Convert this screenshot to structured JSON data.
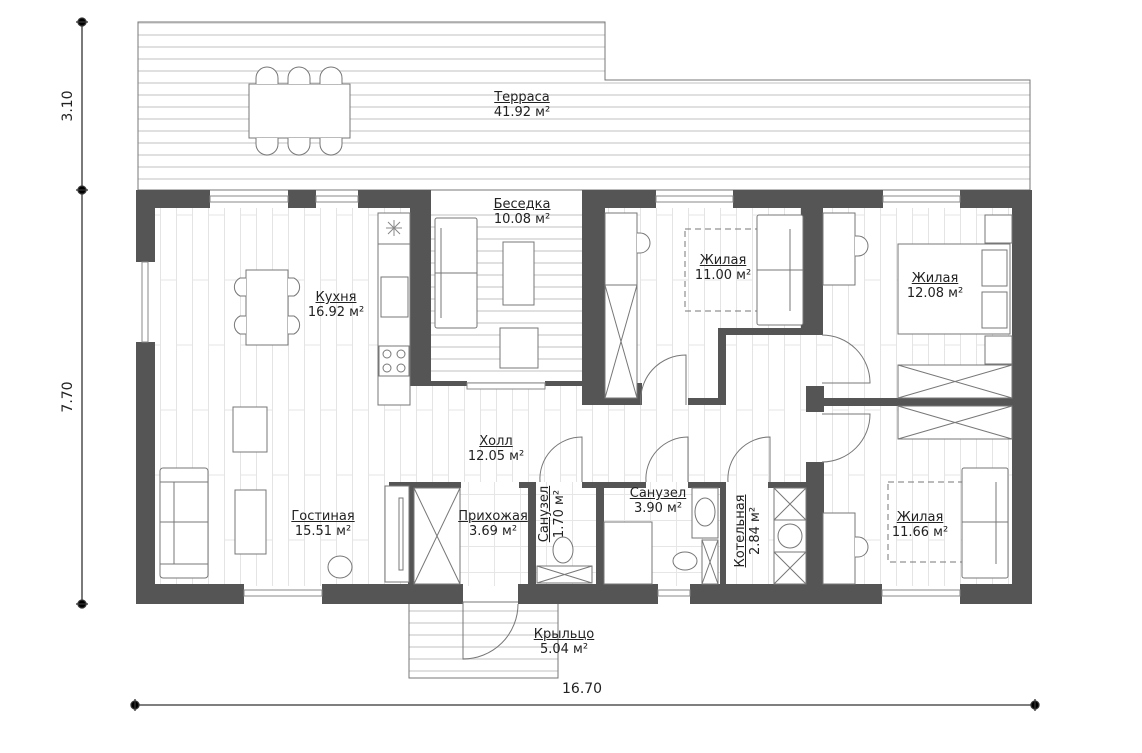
{
  "plan": {
    "wall_color": "#555555",
    "line_color": "#666666",
    "floor_line_color": "#e2e2e2",
    "rooms": [
      {
        "id": "terrace",
        "name": "Терраса",
        "area": "41.92 м²"
      },
      {
        "id": "gazebo",
        "name": "Беседка",
        "area": "10.08 м²"
      },
      {
        "id": "kitchen",
        "name": "Кухня",
        "area": "16.92 м²"
      },
      {
        "id": "bedroom1",
        "name": "Жилая",
        "area": "11.00 м²"
      },
      {
        "id": "bedroom2",
        "name": "Жилая",
        "area": "12.08 м²"
      },
      {
        "id": "hall",
        "name": "Холл",
        "area": "12.05 м²"
      },
      {
        "id": "living",
        "name": "Гостиная",
        "area": "15.51 м²"
      },
      {
        "id": "entry",
        "name": "Прихожая",
        "area": "3.69 м²"
      },
      {
        "id": "wc",
        "name": "Санузел",
        "area": "1.70 м²"
      },
      {
        "id": "bathroom",
        "name": "Санузел",
        "area": "3.90 м²"
      },
      {
        "id": "boiler",
        "name": "Котельная",
        "area": "2.84 м²"
      },
      {
        "id": "bedroom3",
        "name": "Жилая",
        "area": "11.66 м²"
      },
      {
        "id": "porch",
        "name": "Крыльцо",
        "area": "5.04 м²"
      }
    ],
    "dimensions": {
      "terrace_depth": "3.10",
      "house_depth": "7.70",
      "total_width": "16.70"
    }
  }
}
